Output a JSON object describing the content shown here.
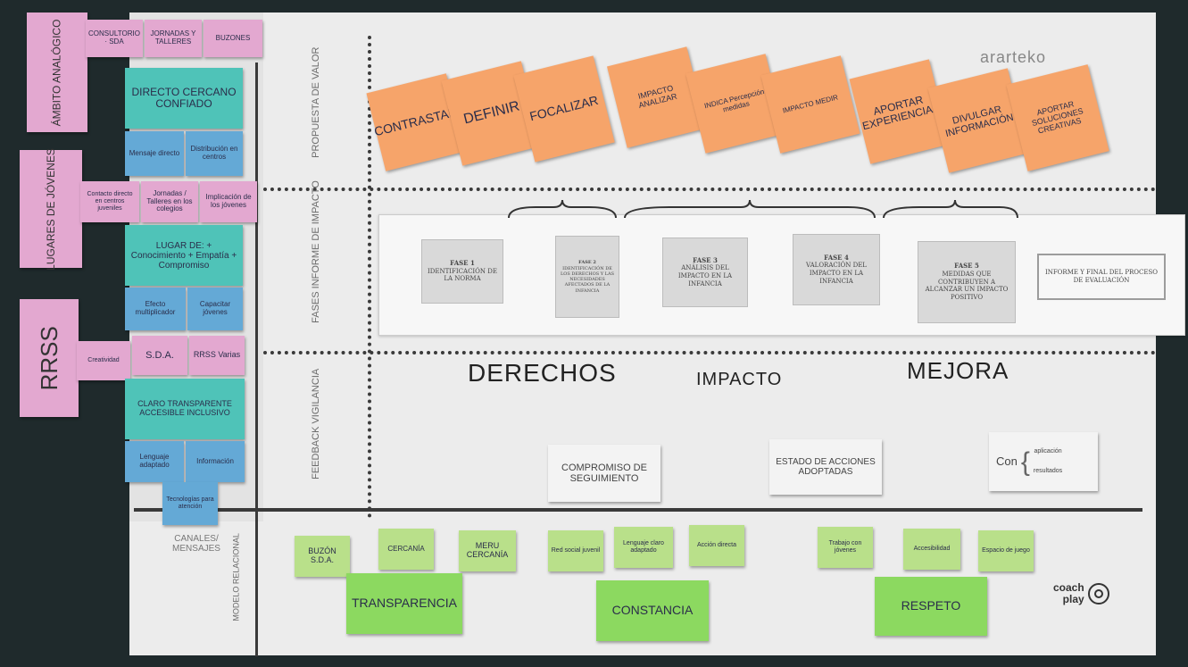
{
  "left_panel": {
    "categories": {
      "analog": "ÁMBITO ANALÓGICO",
      "youth": "LUGARES DE JÓVENES",
      "rrss": "RRSS"
    },
    "analog_notes": [
      "CONSULTORIO · SDA",
      "JORNADAS Y TALLERES",
      "BUZONES"
    ],
    "teal_1": "DIRECTO CERCANO CONFIADO",
    "blue_1a": "Mensaje directo",
    "blue_1b": "Distribución en centros",
    "youth_notes": [
      "Contacto directo en centros juveniles",
      "Jornadas / Talleres en los colegios",
      "Implicación de los jóvenes"
    ],
    "teal_2": "LUGAR DE: + Conocimiento + Empatía + Compromiso",
    "blue_2a": "Efecto multiplicador",
    "blue_2b": "Capacitar jóvenes",
    "rrss_notes": [
      "Creatividad",
      "S.D.A.",
      "RRSS Varias"
    ],
    "teal_3": "CLARO TRANSPARENTE ACCESIBLE INCLUSIVO",
    "blue_3a": "Lenguaje adaptado",
    "blue_3b": "Información",
    "blue_3c": "Tecnologías para atención"
  },
  "rows": {
    "value": "PROPUESTA DE VALOR",
    "phases": "FASES INFORME DE IMPACTO",
    "feedback": "FEEDBACK VIGILANCIA",
    "channels": "CANALES/ MENSAJES",
    "relational": "MODELO RELACIONAL"
  },
  "brand": "ararteko",
  "orange_notes": [
    "CONTRASTAR",
    "DEFINIR",
    "FOCALIZAR",
    "IMPACTO ANALIZAR",
    "INDICA Percepción medidas",
    "IMPACTO MEDIR",
    "APORTAR EXPERIENCIAS",
    "DIVULGAR INFORMACIÓN",
    "APORTAR SOLUCIONES CREATIVAS"
  ],
  "phases": [
    {
      "head": "FASE 1",
      "text": "IDENTIFICACIÓN DE LA NORMA"
    },
    {
      "head": "FASE 2",
      "text": "IDENTIFICACIÓN DE LOS DERECHOS Y LAS NECESIDADES AFECTADOS DE LA INFANCIA"
    },
    {
      "head": "FASE 3",
      "text": "ANÁLISIS DEL IMPACTO EN LA INFANCIA"
    },
    {
      "head": "FASE 4",
      "text": "VALORACIÓN DEL IMPACTO EN LA INFANCIA"
    },
    {
      "head": "FASE 5",
      "text": "MEDIDAS QUE CONTRIBUYEN A ALCANZAR UN IMPACTO POSITIVO"
    },
    {
      "head": "",
      "text": "INFORME Y FINAL DEL PROCESO DE EVALUACIÓN"
    }
  ],
  "feedback": {
    "rights": "DERECHOS",
    "impact": "IMPACTO",
    "improve": "MEJORA",
    "commit": "COMPROMISO DE SEGUIMIENTO",
    "state": "ESTADO DE ACCIONES ADOPTADAS",
    "con": "Con",
    "con_a": "aplicación",
    "con_b": "resultados"
  },
  "channel_notes": [
    "BUZÓN S.D.A.",
    "CERCANÍA",
    "MERU CERCANÍA",
    "Red social juvenil",
    "Lenguaje claro adaptado",
    "Acción directa",
    "Trabajo con jóvenes",
    "Accesibilidad",
    "Espacio de juego"
  ],
  "relational": [
    "TRANSPARENCIA",
    "CONSTANCIA",
    "RESPETO"
  ],
  "footer_brand": {
    "a": "coach",
    "b": "play"
  }
}
